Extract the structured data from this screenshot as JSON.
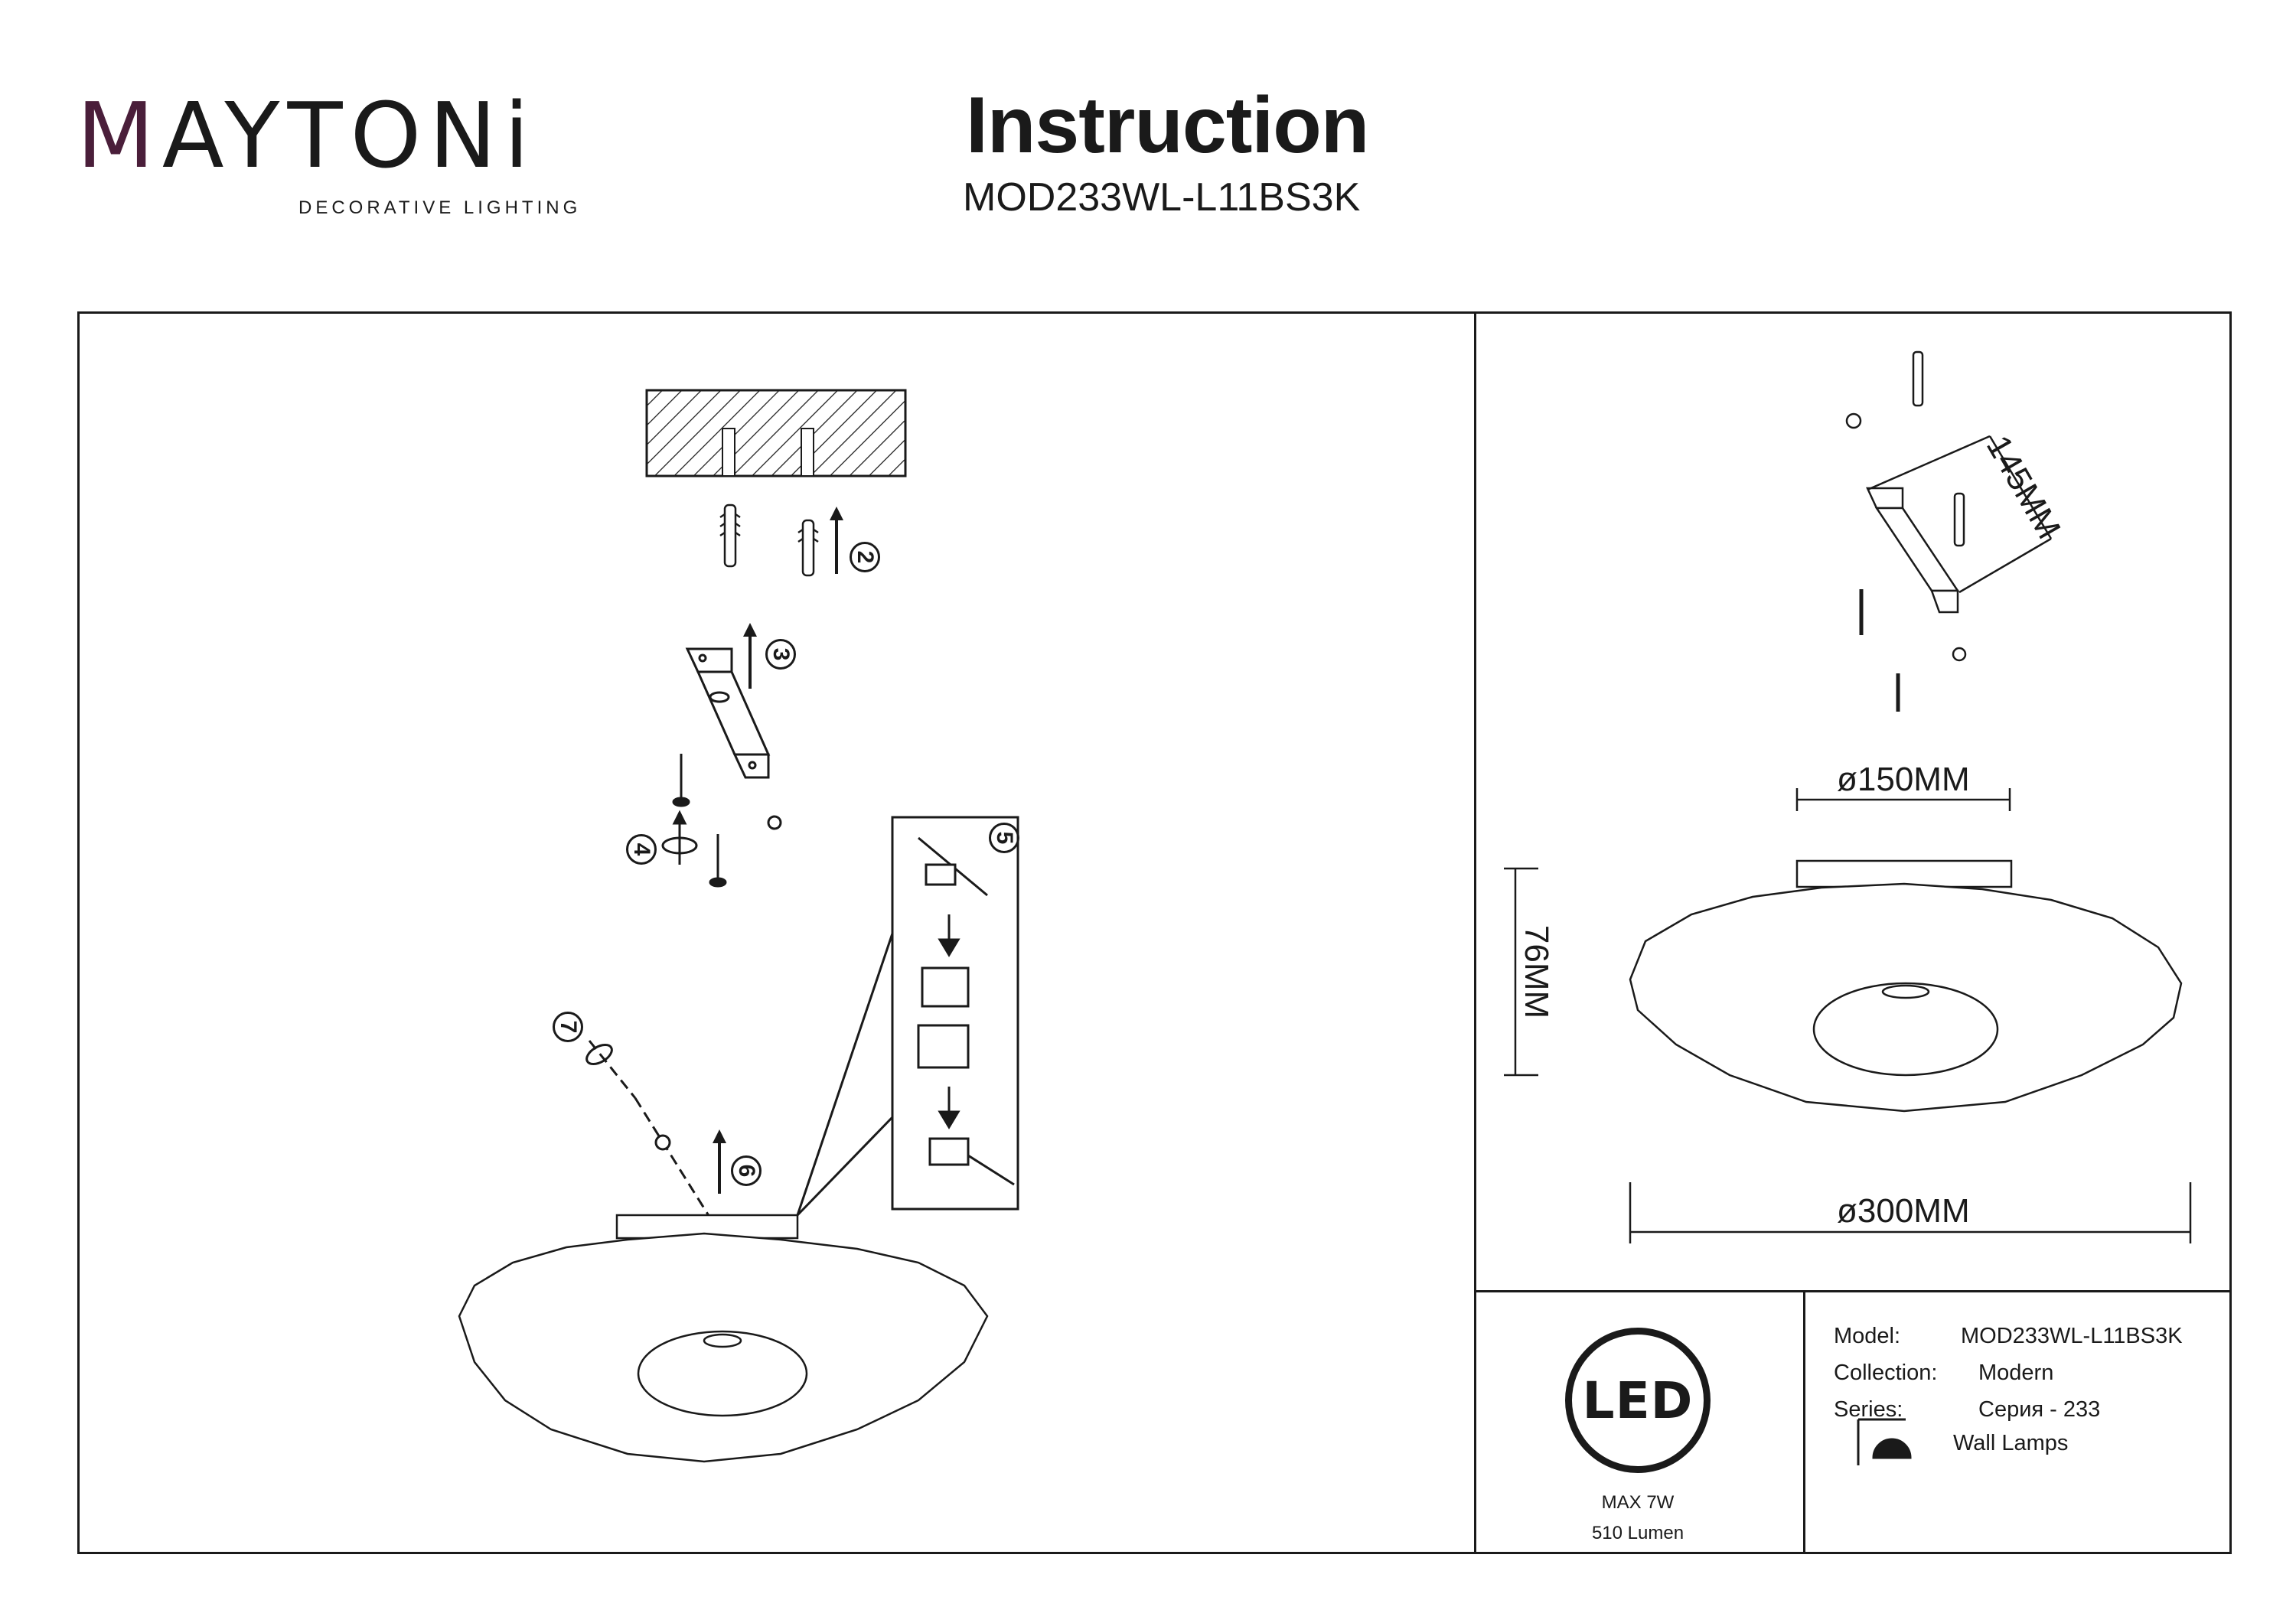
{
  "header": {
    "brand_prefix": "M",
    "brand_rest": "AYTONi",
    "brand_tagline": "DECORATIVE LIGHTING",
    "title": "Instruction",
    "model_code": "MOD233WL-L11BS3K"
  },
  "steps": {
    "step2": "2",
    "step3": "3",
    "step4": "4",
    "step5": "5",
    "step6": "6",
    "step7": "7"
  },
  "dimensions": {
    "bracket_length": "145MM",
    "base_diameter": "ø150MM",
    "height": "76MM",
    "shade_diameter": "ø300MM"
  },
  "specs": {
    "model_label": "Model:",
    "model_value": "MOD233WL-L11BS3K",
    "collection_label": "Collection:",
    "collection_value": "Modern",
    "series_label": "Series:",
    "series_value": "Серия - 233",
    "type_value": "Wall Lamps"
  },
  "badge": {
    "led": "LED",
    "power": "MAX 7W",
    "lumen": "510 Lumen"
  },
  "icons": [
    "screw-icon",
    "wall-anchor-icon",
    "arrow-up-icon",
    "rotate-icon",
    "wall-lamp-icon",
    "led-badge-icon"
  ]
}
